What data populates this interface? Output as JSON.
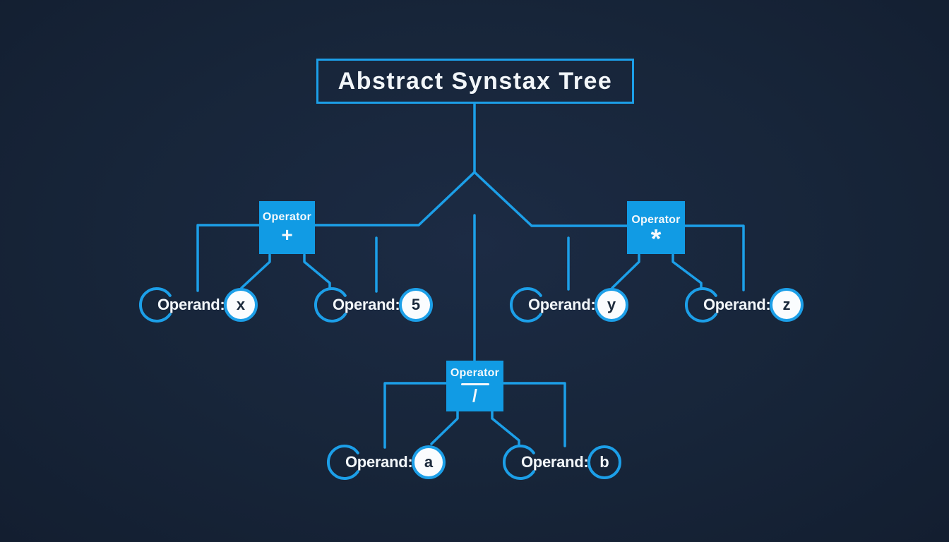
{
  "title": "Abstract Synstax Tree",
  "colors": {
    "background": "#172539",
    "accent_fill": "#119be4",
    "line": "#1c9fe8",
    "text": "#f2f6f9",
    "value_text": "#1b2a3c",
    "value_fill": "#fafcfe"
  },
  "operators": [
    {
      "label": "Operator",
      "symbol": "+",
      "operands": [
        "x",
        "5"
      ]
    },
    {
      "label": "Operator",
      "symbol": "*",
      "operands": [
        "y",
        "z"
      ]
    },
    {
      "label": "Operator",
      "symbol": "/",
      "operands": [
        "a",
        "b"
      ]
    }
  ],
  "operands": [
    {
      "label": "Operand:",
      "value": "x",
      "filled": true
    },
    {
      "label": "Operand:",
      "value": "5",
      "filled": true
    },
    {
      "label": "Operand:",
      "value": "y",
      "filled": true
    },
    {
      "label": "Operand:",
      "value": "z",
      "filled": true
    },
    {
      "label": "Operand:",
      "value": "a",
      "filled": true
    },
    {
      "label": "Operand:",
      "value": "b",
      "filled": false
    }
  ]
}
